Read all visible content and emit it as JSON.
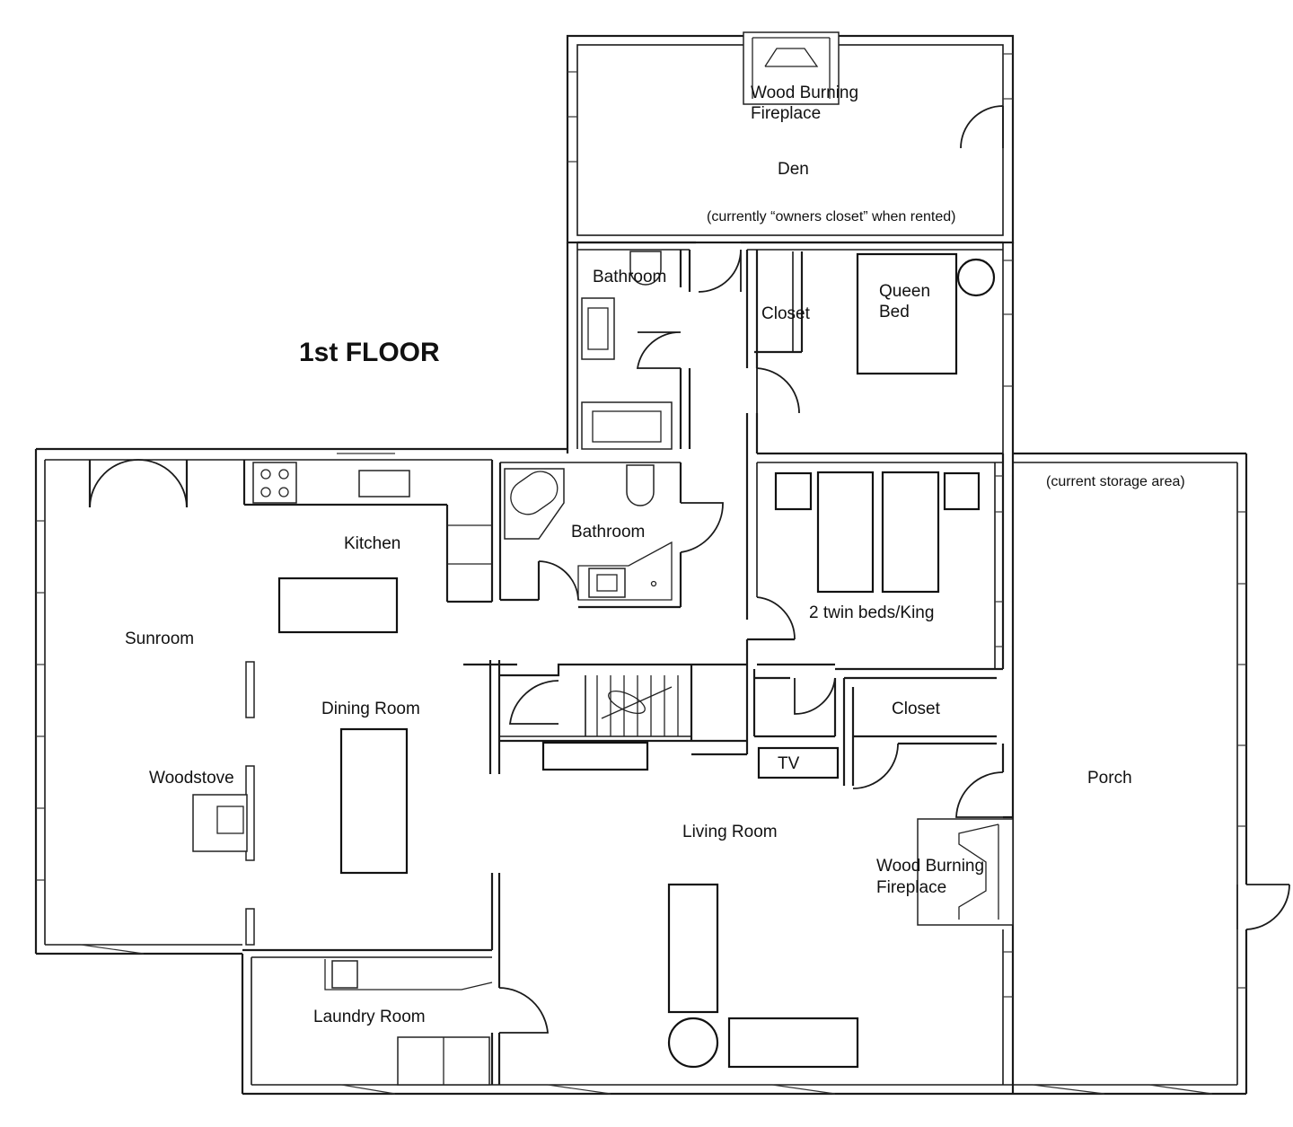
{
  "title": "1st FLOOR",
  "rooms": {
    "den": "Den",
    "den_note": "(currently “owners closet” when rented)",
    "den_fireplace_1": "Wood Burning",
    "den_fireplace_2": "Fireplace",
    "bathroom_upper": "Bathroom",
    "closet_upper": "Closet",
    "queen_bed_1": "Queen",
    "queen_bed_2": "Bed",
    "kitchen": "Kitchen",
    "bathroom_lower": "Bathroom",
    "storage_note": "(current storage area)",
    "twin_beds": "2 twin beds/King",
    "sunroom": "Sunroom",
    "dining_room": "Dining Room",
    "closet_lower": "Closet",
    "woodstove": "Woodstove",
    "tv": "TV",
    "porch": "Porch",
    "living_room": "Living Room",
    "living_fireplace_1": "Wood Burning",
    "living_fireplace_2": "Fireplace",
    "laundry_room": "Laundry Room"
  }
}
